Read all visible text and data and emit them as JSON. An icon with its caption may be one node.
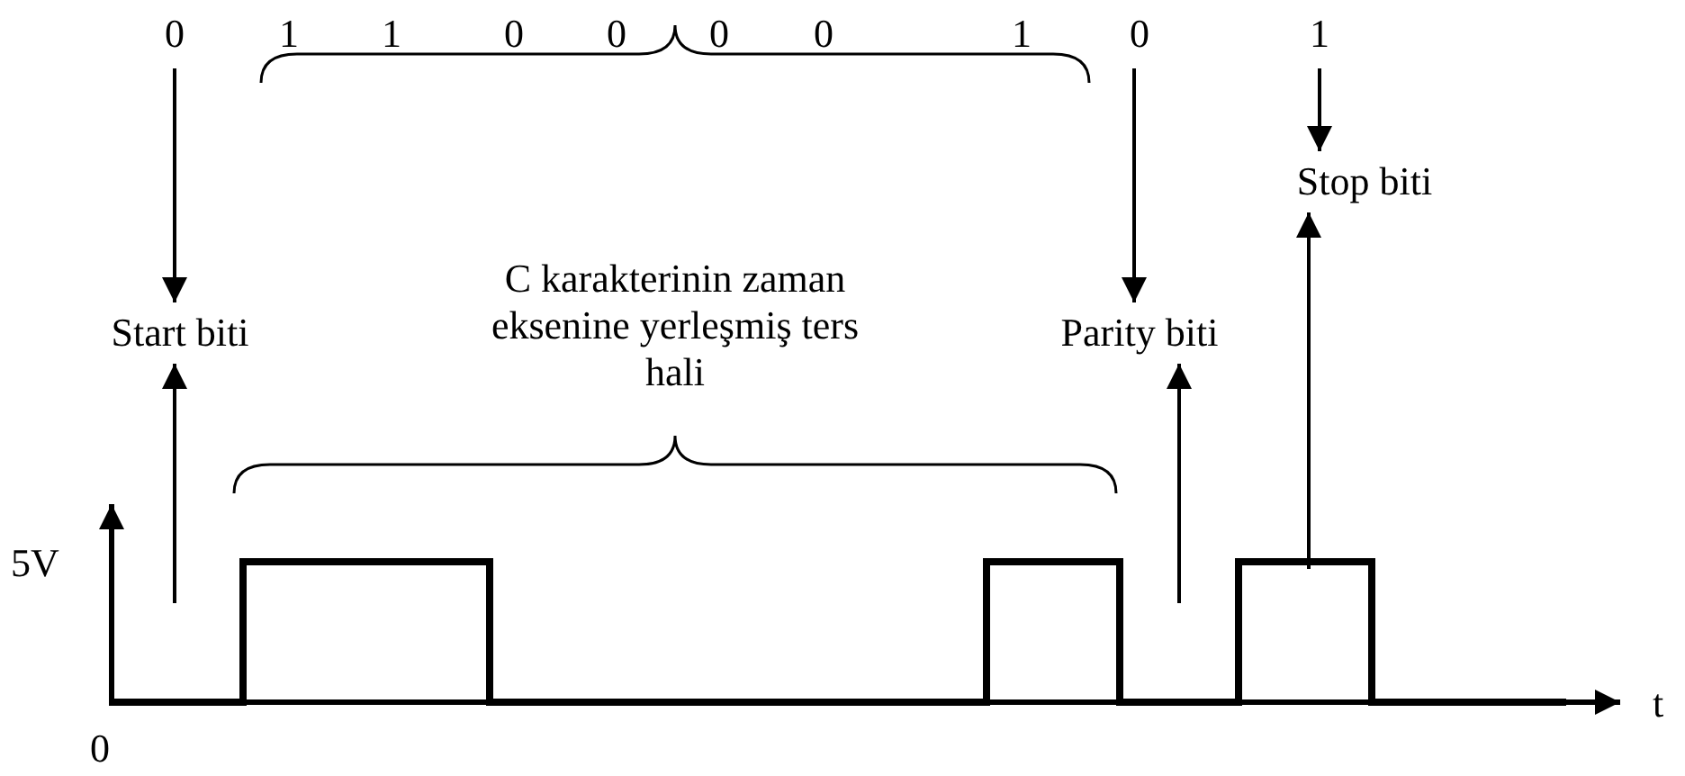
{
  "diagram": {
    "nodes": [
      {
        "text": [
          "0"
        ]
      },
      {
        "text": [
          "Start biti"
        ]
      },
      {
        "text": [
          "C karakterinin zaman eksenine yerleşmiş ters hali"
        ]
      },
      {
        "text": [
          "0"
        ]
      },
      {
        "text": [
          "Parity biti"
        ]
      },
      {
        "text": [
          "1"
        ]
      },
      {
        "text": [
          "Stop biti"
        ]
      }
    ],
    "edges": [
      {
        "from": 0,
        "to": 1,
        "arrow": "to"
      },
      {
        "from": null,
        "to": 1,
        "arrow": "to"
      },
      {
        "from": 3,
        "to": 4,
        "arrow": "to"
      },
      {
        "from": null,
        "to": 4,
        "arrow": "to"
      },
      {
        "from": 5,
        "to": 6,
        "arrow": "to"
      },
      {
        "from": null,
        "to": 6,
        "arrow": "to"
      }
    ],
    "labels": [
      "1",
      "1",
      "0",
      "0",
      "0",
      "0",
      "1",
      "5V",
      "0",
      "t"
    ]
  }
}
